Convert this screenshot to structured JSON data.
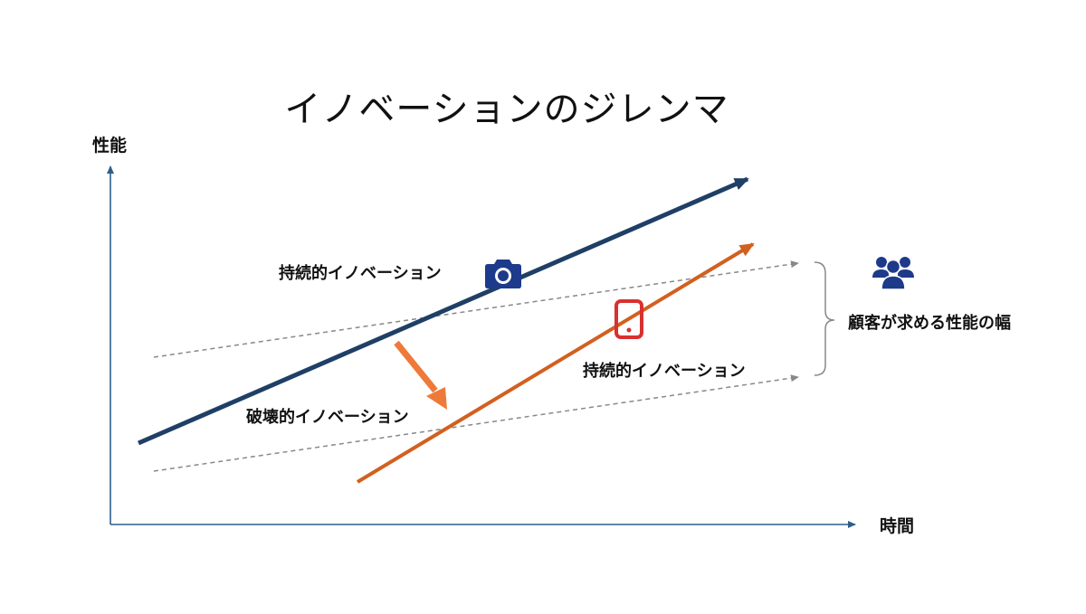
{
  "title": "イノベーションのジレンマ",
  "axes": {
    "y_label": "性能",
    "x_label": "時間"
  },
  "labels": {
    "sustaining_upper": "持続的イノベーション",
    "sustaining_lower": "持続的イノベーション",
    "disruptive": "破壊的イノベーション",
    "customer_demand": "顧客が求める性能の幅"
  },
  "icons": {
    "upper": "camera-icon",
    "lower": "smartphone-icon",
    "customers": "users-icon"
  },
  "colors": {
    "axis": "#2e5f8a",
    "upper_line": "#1f3f66",
    "lower_line": "#d2601f",
    "disruption_arrow": "#ee7a3a",
    "demand_lines": "#888888",
    "camera": "#1e3a8a",
    "phone": "#d93030",
    "users": "#1e3a8a"
  }
}
